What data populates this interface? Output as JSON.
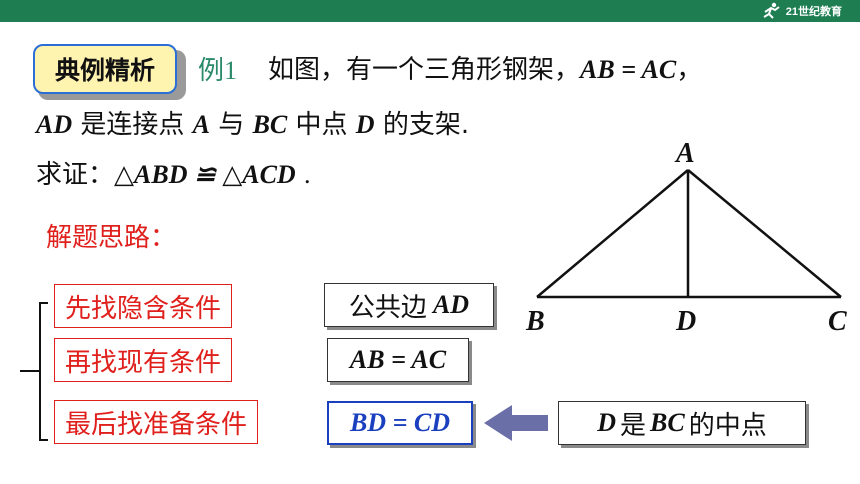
{
  "header": {
    "logo_text": "21世纪教育"
  },
  "badge": {
    "label": "典例精析"
  },
  "problem": {
    "example_label": "例1",
    "line1_text": "如图，有一个三角形钢架，",
    "line1_math": "AB = AC",
    "line1_end": "，",
    "line2_ad": "AD",
    "line2_a": "是连接点",
    "line2_pa": "A",
    "line2_b": "与",
    "line2_bc": "BC",
    "line2_c": "中点",
    "line2_pd": "D",
    "line2_d": "的支架.",
    "line3_prefix": "求证：",
    "line3_math": "△ABD ≌ △ACD",
    "line3_end": "."
  },
  "figure": {
    "points": {
      "A": "A",
      "B": "B",
      "C": "C",
      "D": "D"
    }
  },
  "solution": {
    "heading": "解题思路：",
    "steps": [
      "先找隐含条件",
      "再找现有条件",
      "最后找准备条件"
    ],
    "conditions": [
      {
        "prefix": "公共边",
        "math": "AD"
      },
      {
        "prefix": "",
        "math": "AB = AC"
      },
      {
        "prefix": "",
        "math": "BD = CD"
      }
    ],
    "reason": {
      "a": "D",
      "b": "是",
      "c": "BC",
      "d": "的中点"
    }
  },
  "colors": {
    "top_bar": "#1e7e52",
    "badge_fill": "#fff3b0",
    "badge_border": "#2b6fd6",
    "hint_red": "#e0201c",
    "highlight_blue": "#1a3fbf",
    "arrow": "#6b6fa8"
  }
}
